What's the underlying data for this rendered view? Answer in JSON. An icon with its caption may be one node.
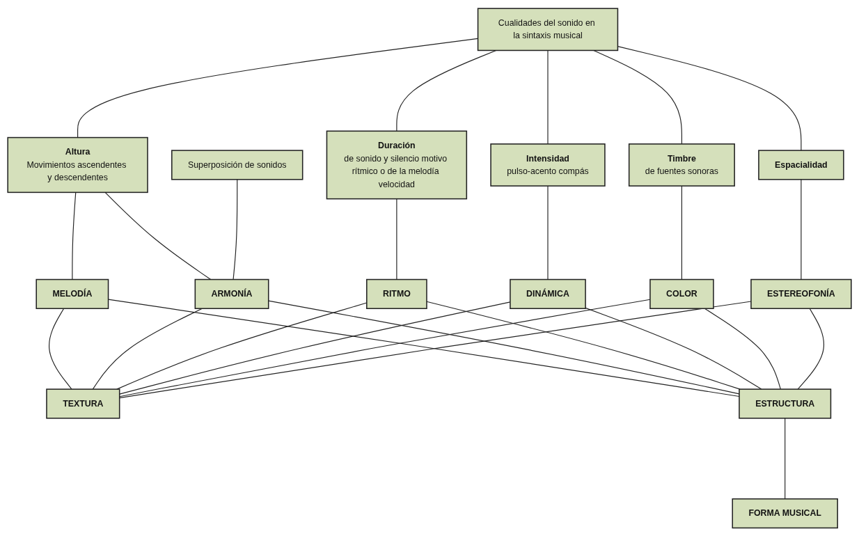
{
  "diagram": {
    "nodes": [
      {
        "text": [
          "Cualidades del sonido en la sintaxis musical"
        ]
      },
      {
        "text": [
          "Altura",
          "Movimientos ascendentes y descendentes"
        ]
      },
      {
        "text": [
          "Duración",
          "de sonido y silencio motivo rítmico o de la melodía velocidad"
        ]
      },
      {
        "text": [
          "Intensidad",
          "pulso-acento compás"
        ]
      },
      {
        "text": [
          "Timbre",
          "de fuentes sonoras"
        ]
      },
      {
        "text": [
          "Espacialidad"
        ]
      },
      {
        "text": [
          "Superposición de sonidos"
        ]
      },
      {
        "text": [
          "MELODÍA"
        ]
      },
      {
        "text": [
          "ARMONÍA"
        ]
      },
      {
        "text": [
          "RITMO"
        ]
      },
      {
        "text": [
          "DINÁMICA"
        ]
      },
      {
        "text": [
          "COLOR"
        ]
      },
      {
        "text": [
          "ESTEREOFONÍA"
        ]
      },
      {
        "text": [
          "TEXTURA"
        ]
      },
      {
        "text": [
          "ESTRUCTURA"
        ]
      },
      {
        "text": [
          "FORMA MUSICAL"
        ]
      }
    ],
    "edges": [
      {
        "from": 0,
        "to": 1,
        "arrow": "none"
      },
      {
        "from": 0,
        "to": 2,
        "arrow": "none"
      },
      {
        "from": 0,
        "to": 3,
        "arrow": "none"
      },
      {
        "from": 0,
        "to": 4,
        "arrow": "none"
      },
      {
        "from": 0,
        "to": 5,
        "arrow": "none"
      },
      {
        "from": 1,
        "to": 7,
        "arrow": "none"
      },
      {
        "from": 1,
        "to": 8,
        "arrow": "none"
      },
      {
        "from": 6,
        "to": 8,
        "arrow": "none"
      },
      {
        "from": 2,
        "to": 9,
        "arrow": "none"
      },
      {
        "from": 3,
        "to": 10,
        "arrow": "none"
      },
      {
        "from": 4,
        "to": 11,
        "arrow": "none"
      },
      {
        "from": 5,
        "to": 12,
        "arrow": "none"
      },
      {
        "from": 7,
        "to": 13,
        "arrow": "none"
      },
      {
        "from": 8,
        "to": 13,
        "arrow": "none"
      },
      {
        "from": 9,
        "to": 13,
        "arrow": "none"
      },
      {
        "from": 10,
        "to": 13,
        "arrow": "none"
      },
      {
        "from": 11,
        "to": 13,
        "arrow": "none"
      },
      {
        "from": 12,
        "to": 13,
        "arrow": "none"
      },
      {
        "from": 7,
        "to": 14,
        "arrow": "none"
      },
      {
        "from": 8,
        "to": 14,
        "arrow": "none"
      },
      {
        "from": 9,
        "to": 14,
        "arrow": "none"
      },
      {
        "from": 10,
        "to": 14,
        "arrow": "none"
      },
      {
        "from": 11,
        "to": 14,
        "arrow": "none"
      },
      {
        "from": 12,
        "to": 14,
        "arrow": "none"
      },
      {
        "from": 14,
        "to": 15,
        "arrow": "none"
      }
    ]
  }
}
